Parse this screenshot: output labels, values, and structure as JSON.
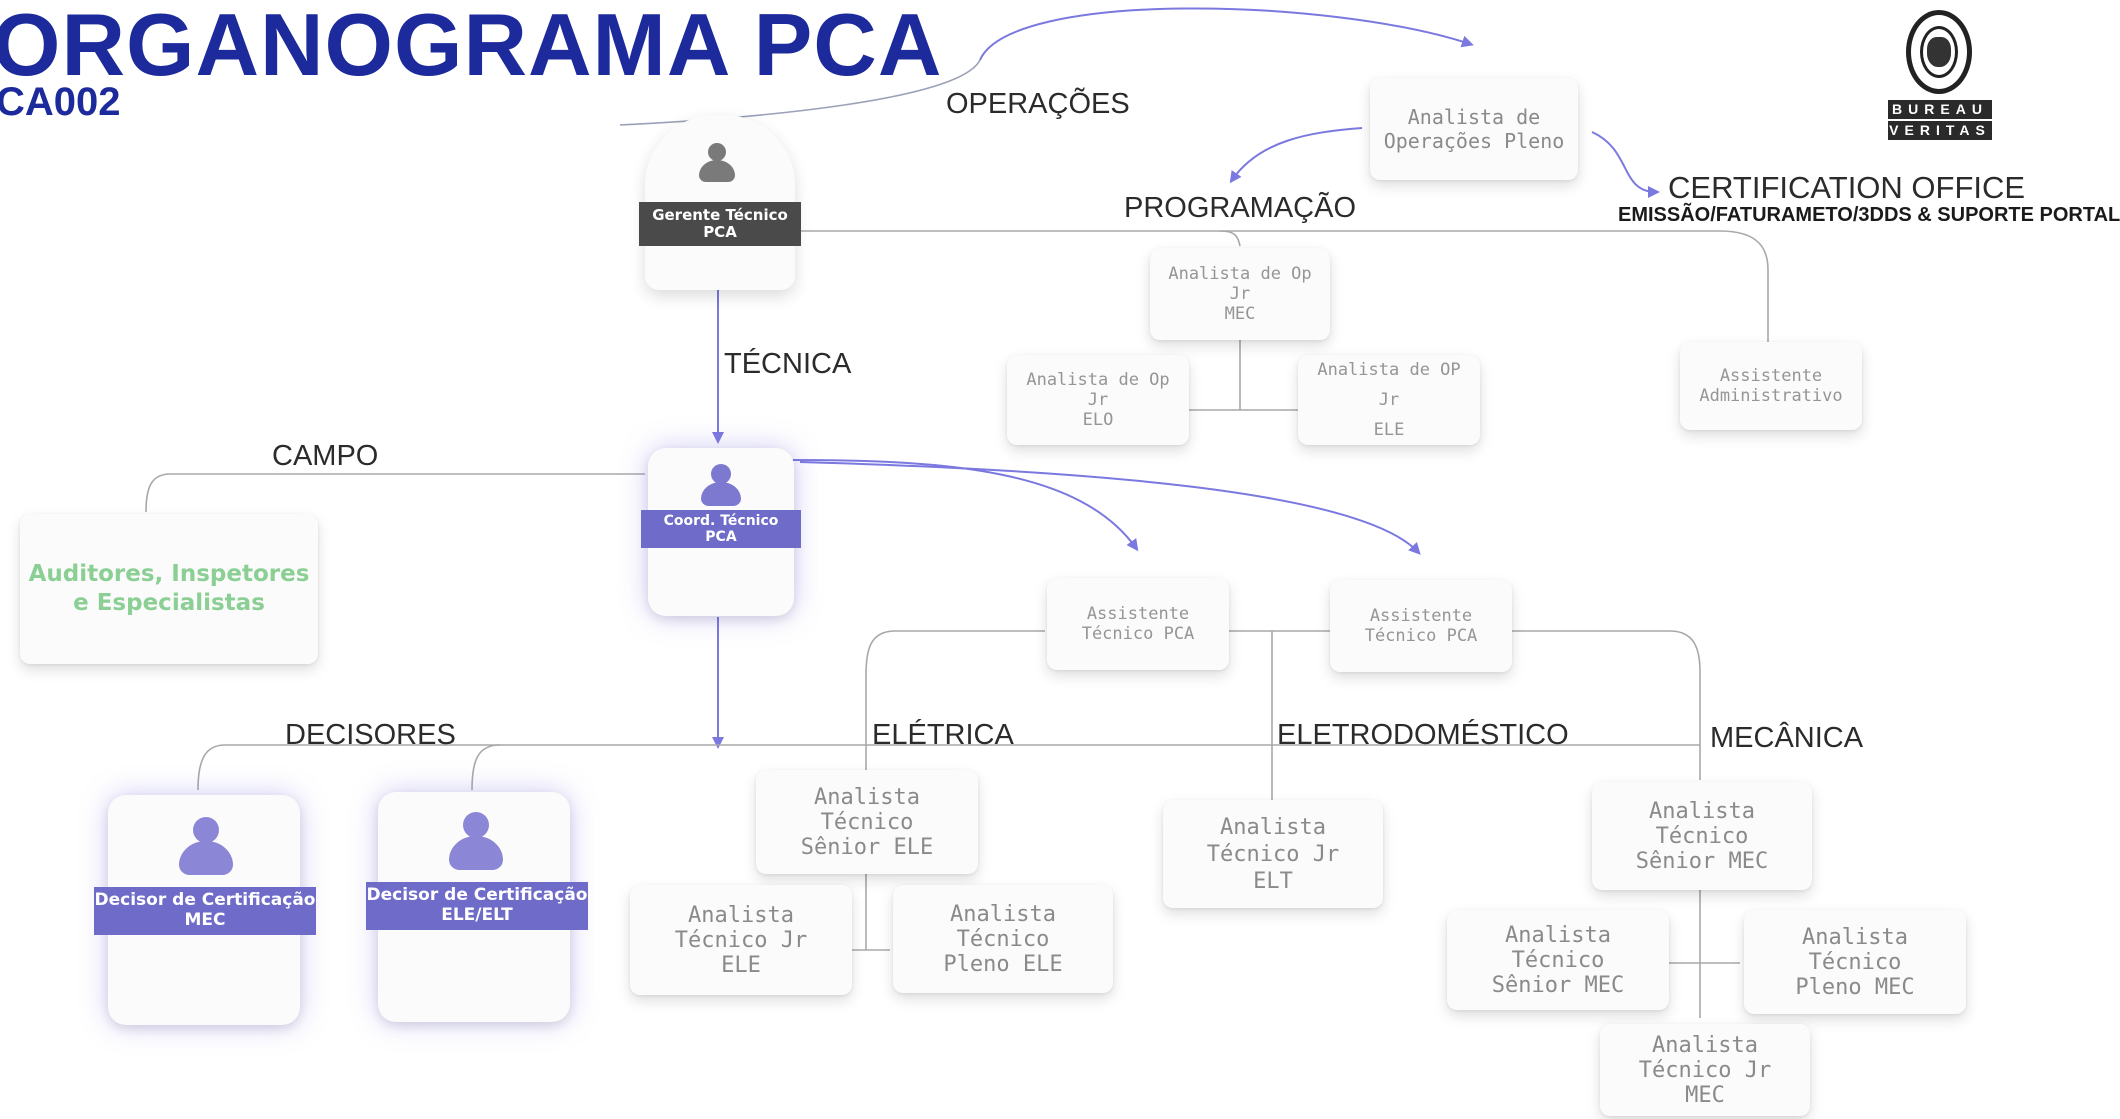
{
  "header": {
    "title": "ORGANOGRAMA PCA",
    "subtitle": "CA002"
  },
  "sections": {
    "operacoes": "OPERAÇÕES",
    "programacao": "PROGRAMAÇÃO",
    "certification_office": "CERTIFICATION OFFICE",
    "certification_office_sub": "EMISSÃO/FATURAMETO/3DDS & SUPORTE\nPORTAL",
    "tecnica": "TÉCNICA",
    "campo": "CAMPO",
    "decisores": "DECISORES",
    "eletrica": "ELÉTRICA",
    "eletrodomestico": "ELETRODOMÉSTICO",
    "mecanica": "MECÂNICA"
  },
  "roles": {
    "gerente": "Gerente Técnico\nPCA",
    "coord": "Coord. Técnico\nPCA",
    "decisor_mec": "Decisor de Certificação\nMEC",
    "decisor_ele": "Decisor de Certificação\nELE/ELT"
  },
  "boxes": {
    "analista_operacoes_pleno": "Analista de\nOperações Pleno",
    "analista_op_jr_mec": "Analista de Op Jr\nMEC",
    "analista_op_jr_elo": "Analista de Op Jr\nELO",
    "analista_op_jr_ele": "Analista de OP Jr\nELE",
    "assistente_administrativo": "Assistente\nAdministrativo",
    "auditores": "Auditores, Inspetores\ne Especialistas",
    "assistente_tecnico_1": "Assistente\nTécnico PCA",
    "assistente_tecnico_2": "Assistente\nTécnico PCA",
    "analista_senior_ele": "Analista Técnico\nSênior ELE",
    "analista_jr_ele": "Analista Técnico Jr\nELE",
    "analista_pleno_ele": "Analista Técnico\nPleno ELE",
    "analista_jr_elt": "Analista Técnico Jr\nELT",
    "analista_senior_mec_1": "Analista Técnico\nSênior MEC",
    "analista_senior_mec_2": "Analista Técnico\nSênior MEC",
    "analista_pleno_mec": "Analista Técnico\nPleno MEC",
    "analista_jr_mec": "Analista Técnico Jr\nMEC"
  },
  "logo": {
    "line1": "BUREAU",
    "line2": "VERITAS"
  },
  "colors": {
    "title_blue": "#1c2a9c",
    "gerente_bar": "#4a4a4a",
    "violet": "#6f6bc8",
    "auditores_green": "#8bcf95",
    "connector_violet": "#7b78e0",
    "connector_gray": "#9a9a9a"
  }
}
